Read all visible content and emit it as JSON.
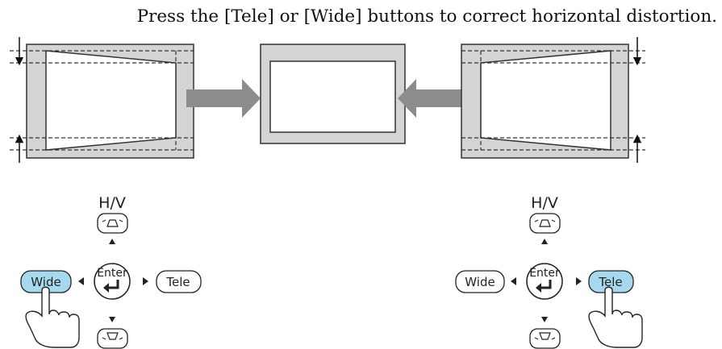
{
  "instruction": "Press the [Tele] or [Wide] buttons to correct horizontal distortion.",
  "left_control": {
    "hv_label": "H/V",
    "wide_label": "Wide",
    "tele_label": "Tele",
    "enter_label": "Enter",
    "pressed": "Wide"
  },
  "right_control": {
    "hv_label": "H/V",
    "wide_label": "Wide",
    "tele_label": "Tele",
    "enter_label": "Enter",
    "pressed": "Tele"
  },
  "colors": {
    "frame_gray": "#d4d4d4",
    "arrow_gray": "#8c8c8c",
    "highlight_blue": "#a6d9f0",
    "stroke": "#222222"
  }
}
